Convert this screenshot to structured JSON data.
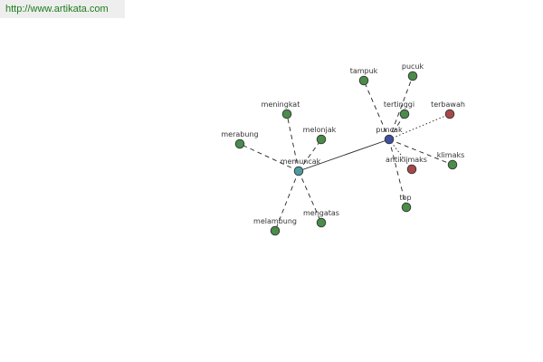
{
  "header": {
    "url": "http://www.artikata.com"
  },
  "colors": {
    "synonym": "#4a8c4a",
    "antonym": "#a84848",
    "hub1": "#4e9aa0",
    "hub2": "#3d4f9e"
  },
  "nodes": [
    {
      "id": "memuncak",
      "label": "memuncak",
      "type": "hub1"
    },
    {
      "id": "puncak",
      "label": "puncak",
      "type": "hub2"
    },
    {
      "id": "meningkat",
      "label": "meningkat",
      "type": "synonym"
    },
    {
      "id": "melonjak",
      "label": "melonjak",
      "type": "synonym"
    },
    {
      "id": "merabung",
      "label": "merabung",
      "type": "synonym"
    },
    {
      "id": "melambung",
      "label": "melambung",
      "type": "synonym"
    },
    {
      "id": "mengatas",
      "label": "mengatas",
      "type": "synonym"
    },
    {
      "id": "tampuk",
      "label": "tampuk",
      "type": "synonym"
    },
    {
      "id": "pucuk",
      "label": "pucuk",
      "type": "synonym"
    },
    {
      "id": "tertinggi",
      "label": "tertinggi",
      "type": "synonym"
    },
    {
      "id": "terbawah",
      "label": "terbawah",
      "type": "antonym"
    },
    {
      "id": "klimaks",
      "label": "klimaks",
      "type": "synonym"
    },
    {
      "id": "antiklimaks",
      "label": "antiklimaks",
      "type": "antonym"
    },
    {
      "id": "top",
      "label": "top",
      "type": "synonym"
    }
  ],
  "edges": [
    {
      "from": "memuncak",
      "to": "puncak",
      "style": "solid"
    },
    {
      "from": "memuncak",
      "to": "meningkat",
      "style": "dashed"
    },
    {
      "from": "memuncak",
      "to": "melonjak",
      "style": "dashed"
    },
    {
      "from": "memuncak",
      "to": "merabung",
      "style": "dashed"
    },
    {
      "from": "memuncak",
      "to": "melambung",
      "style": "dashed"
    },
    {
      "from": "memuncak",
      "to": "mengatas",
      "style": "dashed"
    },
    {
      "from": "puncak",
      "to": "tampuk",
      "style": "dashed"
    },
    {
      "from": "puncak",
      "to": "pucuk",
      "style": "dashed"
    },
    {
      "from": "puncak",
      "to": "tertinggi",
      "style": "dashed"
    },
    {
      "from": "puncak",
      "to": "terbawah",
      "style": "dotted"
    },
    {
      "from": "puncak",
      "to": "klimaks",
      "style": "dashed"
    },
    {
      "from": "puncak",
      "to": "antiklimaks",
      "style": "dotted"
    },
    {
      "from": "puncak",
      "to": "top",
      "style": "dashed"
    }
  ]
}
